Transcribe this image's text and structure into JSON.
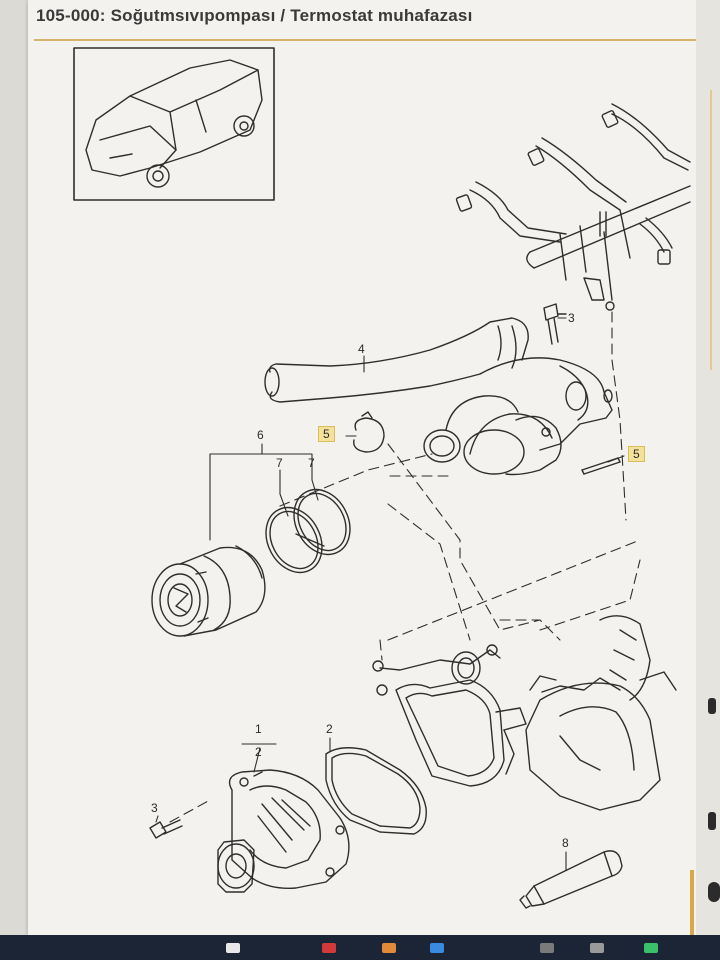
{
  "header": {
    "title": "105-000: Soğutmsıvıpompası / Termostat muhafazası"
  },
  "callouts": {
    "c1": "1",
    "c2a": "2",
    "c2b": "2",
    "c3a": "3",
    "c3b": "3",
    "c4": "4",
    "c5a": "5",
    "c5b": "5",
    "c6": "6",
    "c7a": "7",
    "c7b": "7",
    "c8": "8"
  },
  "colors": {
    "highlight": "#f5e29a",
    "accent_rule": "#d8b46b"
  }
}
